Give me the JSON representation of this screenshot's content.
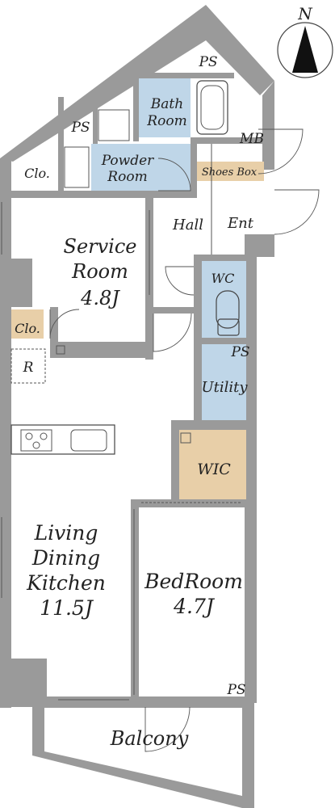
{
  "compass": {
    "label": "N"
  },
  "rooms": {
    "service_room": {
      "name_line1": "Service",
      "name_line2": "Room",
      "size": "4.8J"
    },
    "ldk": {
      "name_line1": "Living",
      "name_line2": "Dining",
      "name_line3": "Kitchen",
      "size": "11.5J"
    },
    "bedroom": {
      "name": "BedRoom",
      "size": "4.7J"
    },
    "bath": {
      "name_line1": "Bath",
      "name_line2": "Room"
    },
    "powder": {
      "name_line1": "Powder",
      "name_line2": "Room"
    },
    "balcony": {
      "name": "Balcony"
    },
    "hall": {
      "name": "Hall"
    },
    "entrance": {
      "name": "Ent"
    },
    "wc": {
      "name": "WC"
    },
    "utility": {
      "name": "Utility"
    },
    "wic": {
      "name": "WIC"
    },
    "shoes_box": {
      "name": "Shoes Box"
    }
  },
  "closets": {
    "clo_top": "Clo.",
    "clo_left": "Clo."
  },
  "labels": {
    "ps_top": "PS",
    "ps_left": "PS",
    "ps_wc": "PS",
    "ps_bedroom": "PS",
    "mb": "MB",
    "refrigerator": "R"
  },
  "colors": {
    "wall": "#9a9a9a",
    "wet_area": "#bfd6e8",
    "storage": "#e8cfa8"
  }
}
